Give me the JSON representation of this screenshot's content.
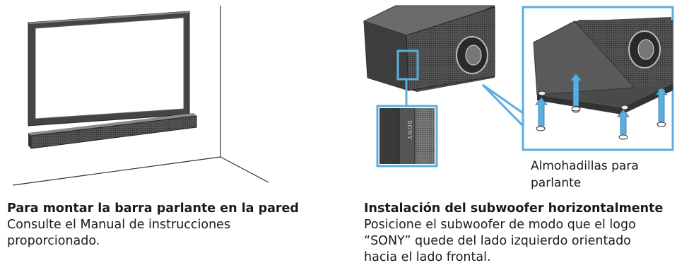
{
  "left_panel": {
    "title": "Para montar la barra parlante en la pared",
    "body": "Consulte el Manual de instrucciones\nproporcionado."
  },
  "right_panel": {
    "title": "Instalación del subwoofer horizontalmente",
    "body": "Posicione el subwoofer de modo que el logo\n“SONY” quede del lado izquierdo orientado\nhacia el lado frontal.",
    "pad_label": "Almohadillas para\nparlante",
    "logo_text": "SONY"
  },
  "colors": {
    "accent": "#5aaee0",
    "line": "#333333",
    "speaker_dark": "#3a3a3a"
  }
}
